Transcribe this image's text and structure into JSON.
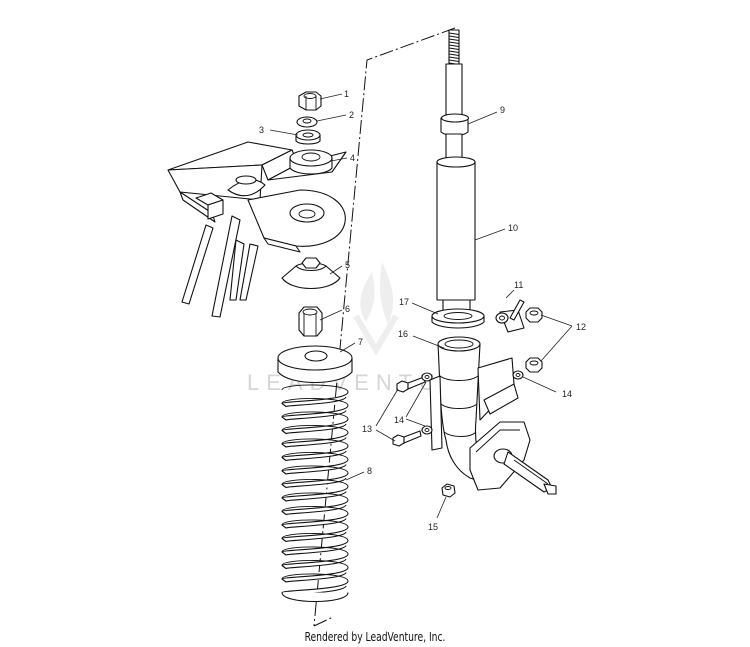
{
  "watermark": {
    "text": "LEADVENTURE"
  },
  "footer": {
    "credit": "Rendered by LeadVenture, Inc."
  },
  "callouts": {
    "c1": "1",
    "c2": "2",
    "c3": "3",
    "c4": "4",
    "c5": "5",
    "c6": "6",
    "c7": "7",
    "c8": "8",
    "c9": "9",
    "c10": "10",
    "c11": "11",
    "c12": "12",
    "c13": "13",
    "c14a": "14",
    "c14b": "14",
    "c15": "15",
    "c16": "16",
    "c17": "17"
  }
}
